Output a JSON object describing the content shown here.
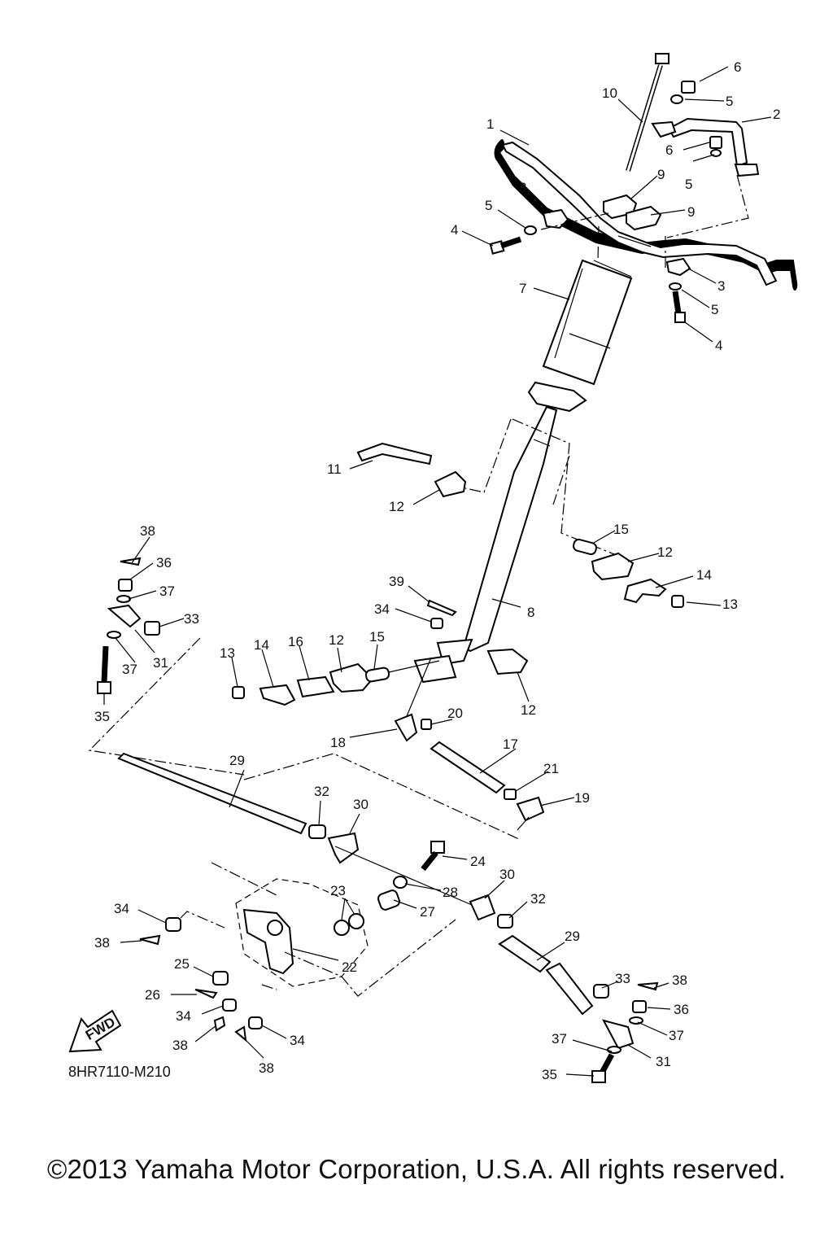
{
  "diagram_code": "8HR7110-M210",
  "copyright": "©2013 Yamaha Motor Corporation, U.S.A. All rights reserved.",
  "fwd_arrow_text": "FWD",
  "callouts": [
    {
      "id": "c1",
      "label": "1"
    },
    {
      "id": "c2",
      "label": "2"
    },
    {
      "id": "c3a",
      "label": "3"
    },
    {
      "id": "c3b",
      "label": "3"
    },
    {
      "id": "c4a",
      "label": "4"
    },
    {
      "id": "c4b",
      "label": "4"
    },
    {
      "id": "c5a",
      "label": "5"
    },
    {
      "id": "c5b",
      "label": "5"
    },
    {
      "id": "c5c",
      "label": "5"
    },
    {
      "id": "c5d",
      "label": "5"
    },
    {
      "id": "c6a",
      "label": "6"
    },
    {
      "id": "c6b",
      "label": "6"
    },
    {
      "id": "c7",
      "label": "7"
    },
    {
      "id": "c8",
      "label": "8"
    },
    {
      "id": "c9a",
      "label": "9"
    },
    {
      "id": "c9b",
      "label": "9"
    },
    {
      "id": "c10",
      "label": "10"
    },
    {
      "id": "c11",
      "label": "11"
    },
    {
      "id": "c12a",
      "label": "12"
    },
    {
      "id": "c12b",
      "label": "12"
    },
    {
      "id": "c12c",
      "label": "12"
    },
    {
      "id": "c12d",
      "label": "12"
    },
    {
      "id": "c13a",
      "label": "13"
    },
    {
      "id": "c13b",
      "label": "13"
    },
    {
      "id": "c14a",
      "label": "14"
    },
    {
      "id": "c14b",
      "label": "14"
    },
    {
      "id": "c15a",
      "label": "15"
    },
    {
      "id": "c15b",
      "label": "15"
    },
    {
      "id": "c16",
      "label": "16"
    },
    {
      "id": "c17",
      "label": "17"
    },
    {
      "id": "c18",
      "label": "18"
    },
    {
      "id": "c19",
      "label": "19"
    },
    {
      "id": "c20",
      "label": "20"
    },
    {
      "id": "c21",
      "label": "21"
    },
    {
      "id": "c22",
      "label": "22"
    },
    {
      "id": "c23",
      "label": "23"
    },
    {
      "id": "c24",
      "label": "24"
    },
    {
      "id": "c25",
      "label": "25"
    },
    {
      "id": "c26",
      "label": "26"
    },
    {
      "id": "c27",
      "label": "27"
    },
    {
      "id": "c28",
      "label": "28"
    },
    {
      "id": "c29a",
      "label": "29"
    },
    {
      "id": "c29b",
      "label": "29"
    },
    {
      "id": "c30a",
      "label": "30"
    },
    {
      "id": "c30b",
      "label": "30"
    },
    {
      "id": "c31a",
      "label": "31"
    },
    {
      "id": "c31b",
      "label": "31"
    },
    {
      "id": "c32a",
      "label": "32"
    },
    {
      "id": "c32b",
      "label": "32"
    },
    {
      "id": "c33a",
      "label": "33"
    },
    {
      "id": "c33b",
      "label": "33"
    },
    {
      "id": "c34a",
      "label": "34"
    },
    {
      "id": "c34b",
      "label": "34"
    },
    {
      "id": "c34c",
      "label": "34"
    },
    {
      "id": "c34d",
      "label": "34"
    },
    {
      "id": "c35a",
      "label": "35"
    },
    {
      "id": "c35b",
      "label": "35"
    },
    {
      "id": "c36a",
      "label": "36"
    },
    {
      "id": "c36b",
      "label": "36"
    },
    {
      "id": "c37a",
      "label": "37"
    },
    {
      "id": "c37b",
      "label": "37"
    },
    {
      "id": "c37c",
      "label": "37"
    },
    {
      "id": "c38a",
      "label": "38"
    },
    {
      "id": "c38b",
      "label": "38"
    },
    {
      "id": "c38c",
      "label": "38"
    },
    {
      "id": "c38d",
      "label": "38"
    },
    {
      "id": "c38e",
      "label": "38"
    },
    {
      "id": "c39",
      "label": "39"
    }
  ]
}
